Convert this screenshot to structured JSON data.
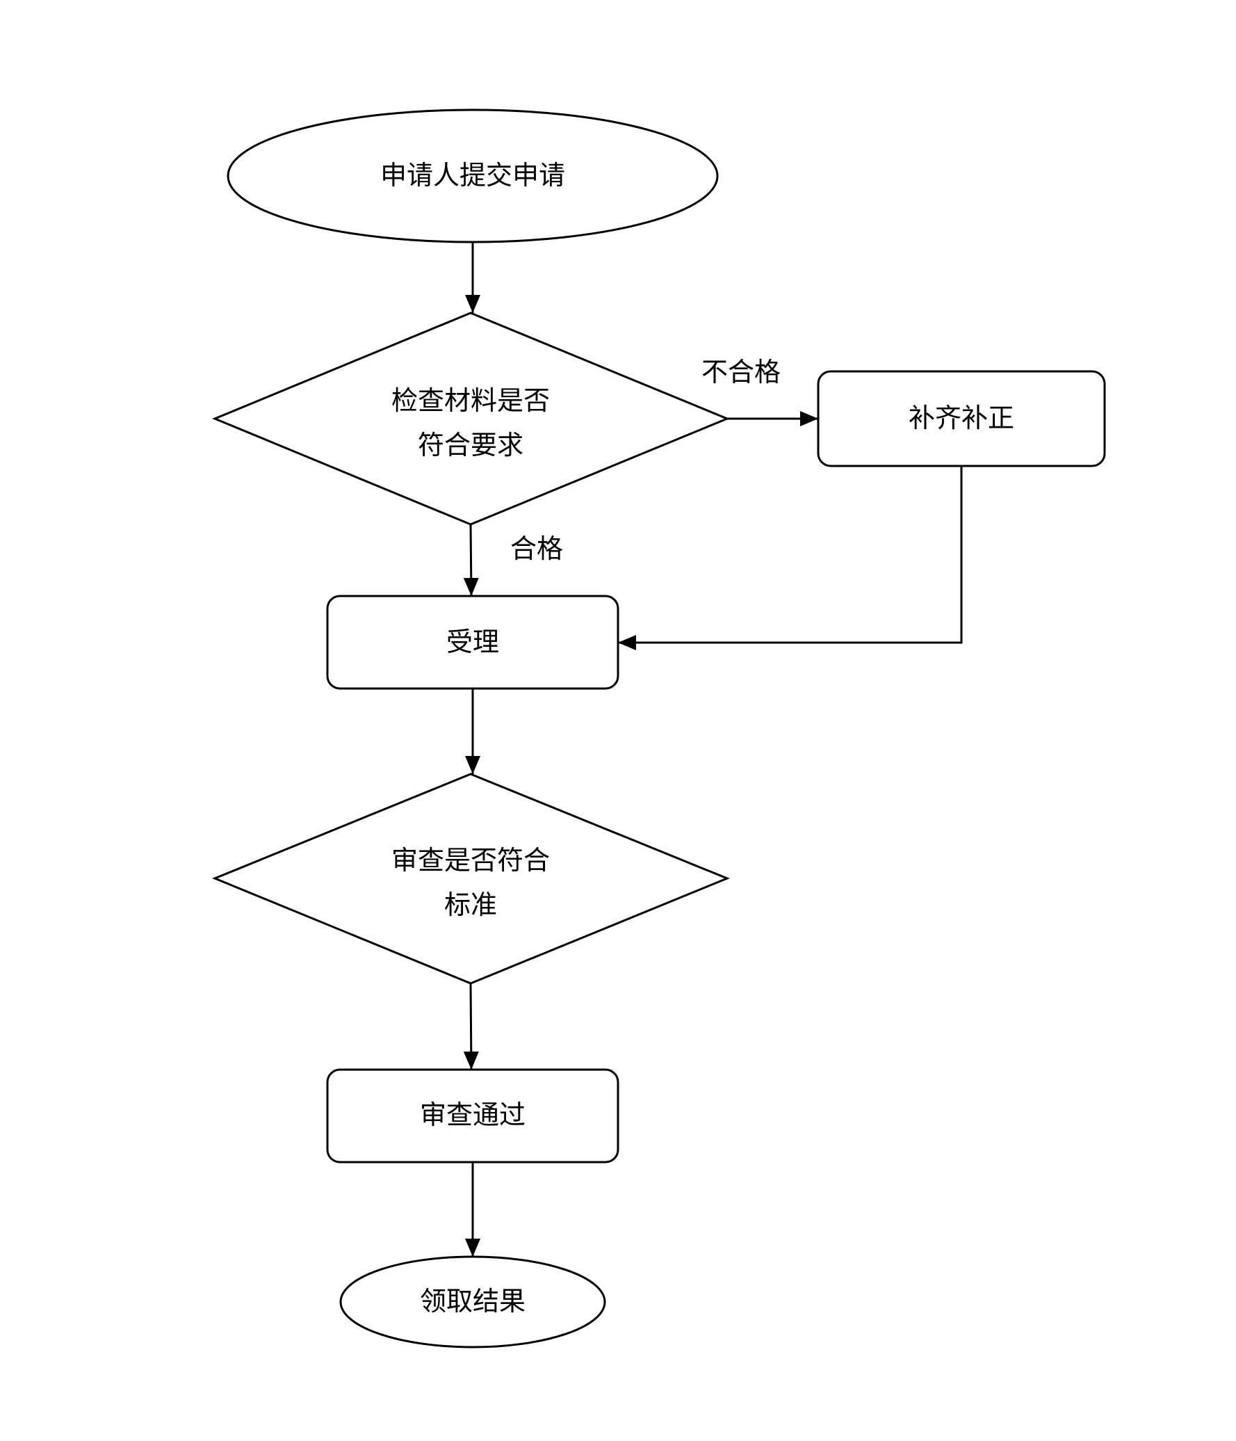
{
  "diagram": {
    "type": "flowchart",
    "background": "#ffffff",
    "stroke_color": "#000000",
    "nodes": {
      "start": {
        "type": "ellipse",
        "label": "申请人提交申请"
      },
      "check_materials": {
        "type": "decision",
        "line1": "检查材料是否",
        "line2": "符合要求"
      },
      "supplement": {
        "type": "process",
        "label": "补齐补正"
      },
      "accept": {
        "type": "process",
        "label": "受理"
      },
      "review": {
        "type": "decision",
        "line1": "审查是否符合",
        "line2": "标准"
      },
      "review_passed": {
        "type": "process",
        "label": "审查通过"
      },
      "end": {
        "type": "ellipse",
        "label": "领取结果"
      }
    },
    "edges": {
      "unqualified_label": "不合格",
      "qualified_label": "合格"
    }
  }
}
